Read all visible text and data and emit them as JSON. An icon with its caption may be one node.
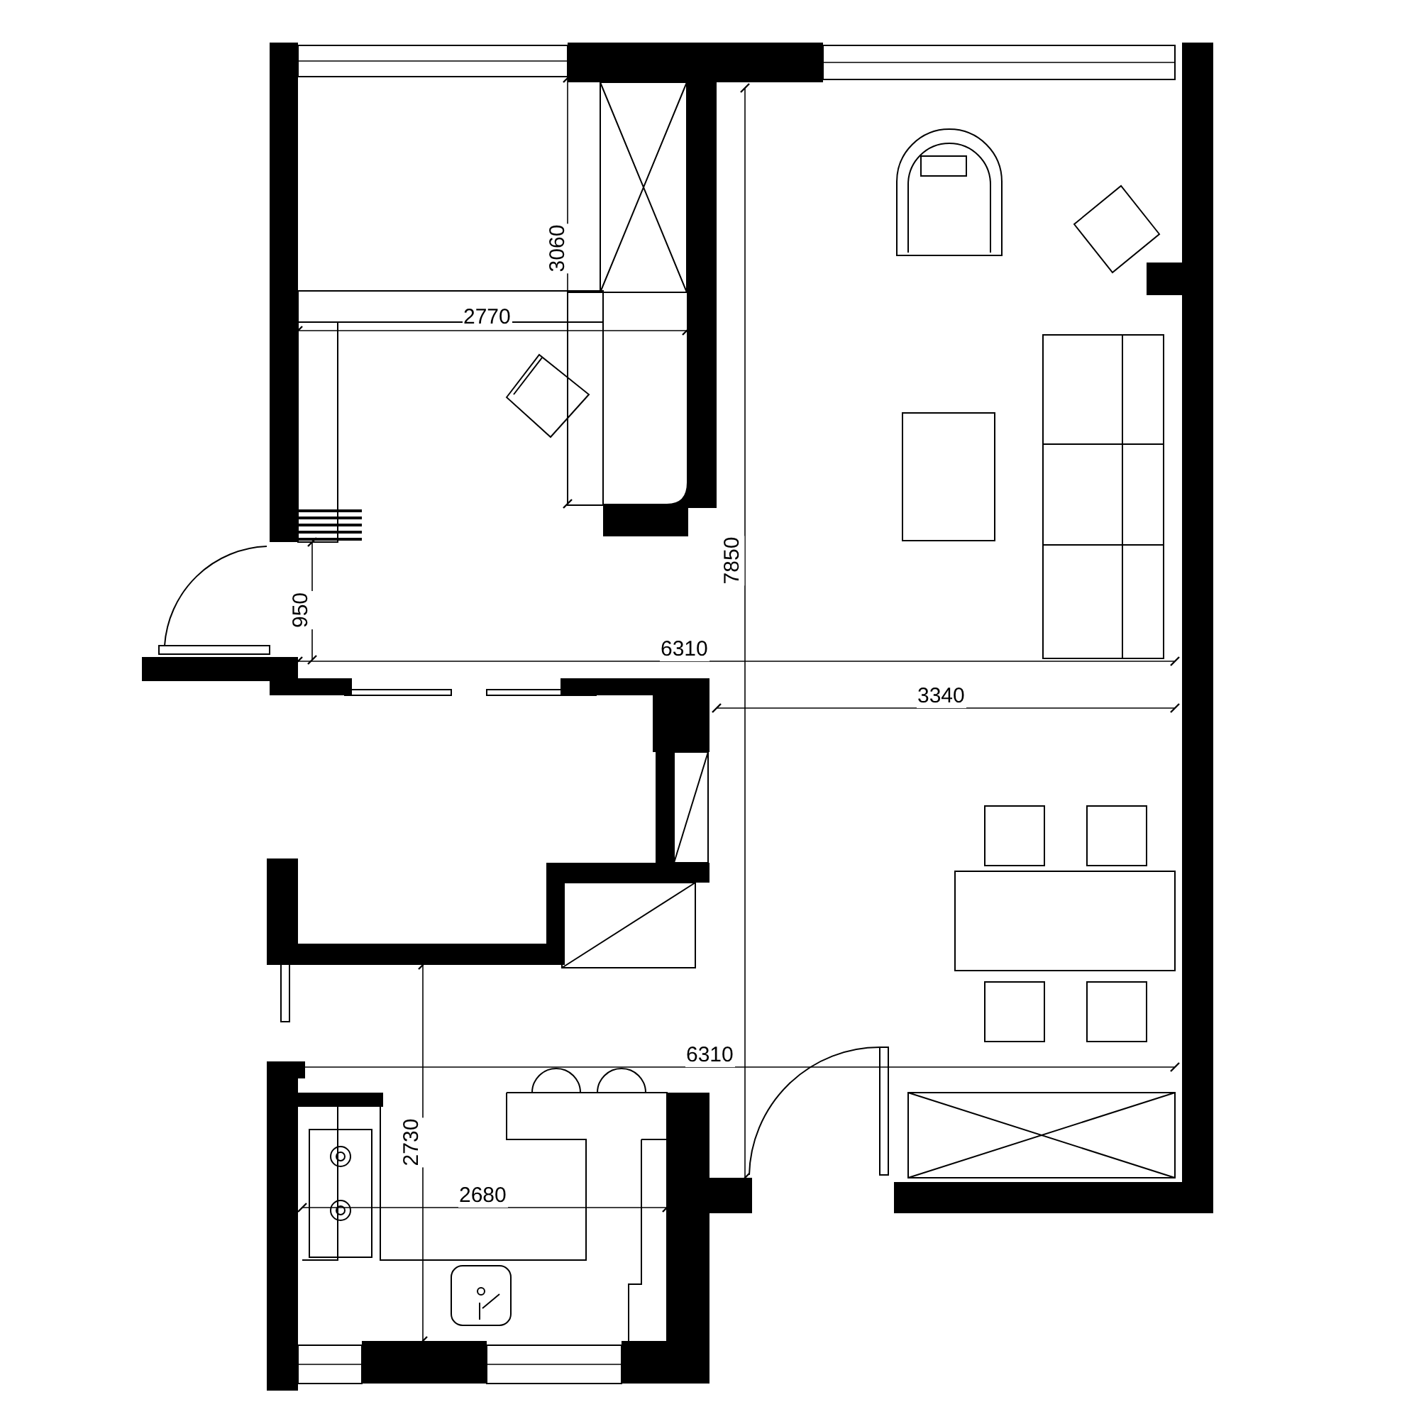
{
  "diagram": {
    "labels": [
      "3060",
      "2770",
      "7850",
      "950",
      "6310",
      "3340",
      "6310",
      "2730",
      "2680"
    ]
  }
}
